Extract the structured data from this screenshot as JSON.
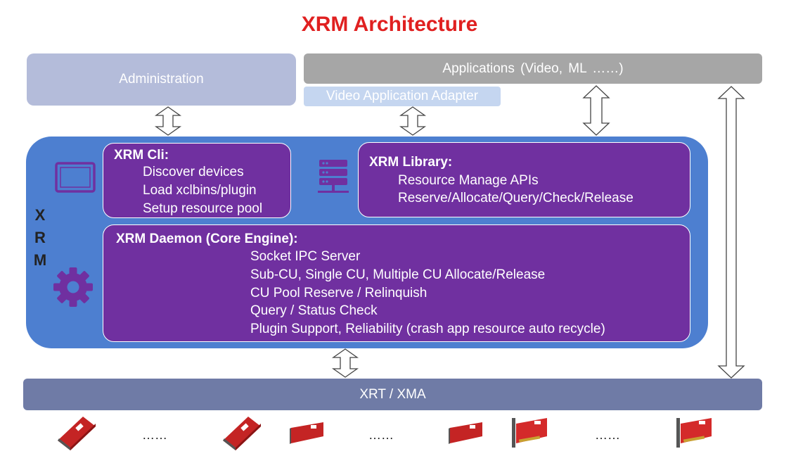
{
  "title": "XRM Architecture",
  "top": {
    "administration": "Administration",
    "applications": "Applications  (Video, ML  ……)",
    "video_adapter": "Video Application Adapter"
  },
  "xrm": {
    "letters": [
      "X",
      "R",
      "M"
    ],
    "cli": {
      "heading": "XRM Cli:",
      "items": [
        "Discover devices",
        "Load xclbins/plugin",
        "Setup resource pool"
      ]
    },
    "library": {
      "heading": "XRM Library:",
      "items": [
        "Resource Manage APIs",
        "Reserve/Allocate/Query/Check/Release"
      ]
    },
    "daemon": {
      "heading": "XRM Daemon (Core Engine):",
      "items": [
        "Socket IPC Server",
        "Sub-CU,  Single  CU,  Multiple  CU Allocate/Release",
        "CU Pool Reserve / Relinquish",
        "Query / Status Check",
        "Plugin  Support,  Reliability (crash app resource auto recycle)"
      ]
    }
  },
  "bottom": {
    "xrt": "XRT / XMA",
    "ellipsis": [
      "……",
      "……",
      "……"
    ]
  },
  "colors": {
    "title": "#e02020",
    "xrm_panel": "#4d7fd0",
    "module_box": "#7030a0",
    "xrt_bar": "#6f7ba6",
    "card_red": "#d42a2a"
  },
  "icons": [
    "tablet-icon",
    "server-rack-icon",
    "gear-icon",
    "double-arrow-icon",
    "accelerator-card-icon"
  ]
}
